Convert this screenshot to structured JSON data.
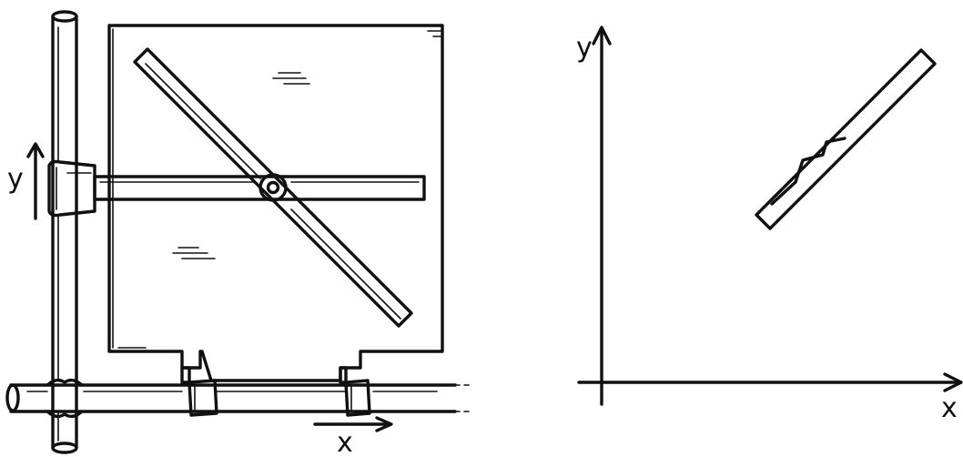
{
  "left_figure": {
    "axis_y_label": "y",
    "axis_x_label": "x"
  },
  "right_figure": {
    "axis_y_label": "y",
    "axis_x_label": "x"
  },
  "colors": {
    "ink": "#111111",
    "background": "#ffffff"
  }
}
